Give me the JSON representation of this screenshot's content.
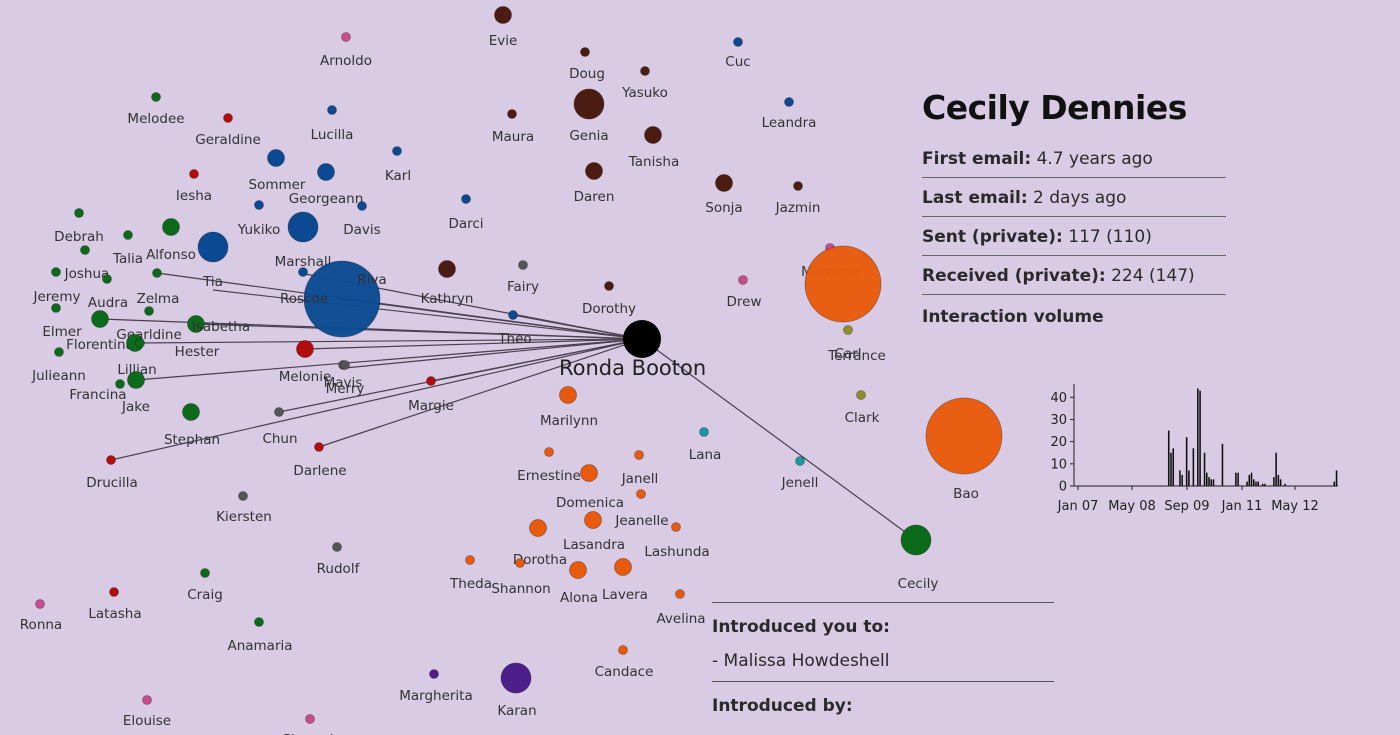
{
  "focus": {
    "name": "Ronda Booton"
  },
  "selected": {
    "name": "Cecily Dennies",
    "first_email_label": "First email:",
    "first_email_value": "4.7 years ago",
    "last_email_label": "Last email:",
    "last_email_value": "2 days ago",
    "sent_label": "Sent (private):",
    "sent_value": "117 (110)",
    "received_label": "Received (private):",
    "received_value": "224 (147)",
    "volume_title": "Interaction volume",
    "introduced_you_to_label": "Introduced you to:",
    "introduced_you_to": [
      "- Malissa Howdeshell"
    ],
    "introduced_by_label": "Introduced by:"
  },
  "colors": {
    "background": "#d8cbe3",
    "blue": "#0b4a92",
    "green": "#0b6b1a",
    "orange": "#e85a0c",
    "brown": "#4a1c12",
    "red": "#b30c0c",
    "pink": "#c94c8e",
    "gray": "#555555",
    "purple": "#4c1f8a",
    "olive": "#8f8f2a",
    "teal": "#1a9aa0",
    "black": "#000000"
  },
  "nodes": [
    {
      "label": "Evie",
      "color": "brown",
      "size": "m"
    },
    {
      "label": "Arnoldo",
      "color": "pink",
      "size": "s"
    },
    {
      "label": "Doug",
      "color": "brown",
      "size": "s"
    },
    {
      "label": "Cuc",
      "color": "blue",
      "size": "s"
    },
    {
      "label": "Yasuko",
      "color": "brown",
      "size": "s"
    },
    {
      "label": "Melodee",
      "color": "green",
      "size": "s"
    },
    {
      "label": "Geraldine",
      "color": "red",
      "size": "s"
    },
    {
      "label": "Lucilla",
      "color": "blue",
      "size": "s"
    },
    {
      "label": "Maura",
      "color": "brown",
      "size": "s"
    },
    {
      "label": "Genia",
      "color": "brown",
      "size": "l"
    },
    {
      "label": "Leandra",
      "color": "blue",
      "size": "s"
    },
    {
      "label": "Tanisha",
      "color": "brown",
      "size": "m"
    },
    {
      "label": "Karl",
      "color": "blue",
      "size": "s"
    },
    {
      "label": "Sommer",
      "color": "blue",
      "size": "m"
    },
    {
      "label": "Georgeann",
      "color": "blue",
      "size": "m"
    },
    {
      "label": "Iesha",
      "color": "red",
      "size": "s"
    },
    {
      "label": "Daren",
      "color": "brown",
      "size": "m"
    },
    {
      "label": "Sonja",
      "color": "brown",
      "size": "m"
    },
    {
      "label": "Jazmin",
      "color": "brown",
      "size": "s"
    },
    {
      "label": "Darci",
      "color": "blue",
      "size": "s"
    },
    {
      "label": "Yukiko",
      "color": "blue",
      "size": "s"
    },
    {
      "label": "Davis",
      "color": "blue",
      "size": "s"
    },
    {
      "label": "Debrah",
      "color": "green",
      "size": "s"
    },
    {
      "label": "Alfonso",
      "color": "green",
      "size": "m"
    },
    {
      "label": "Talia",
      "color": "green",
      "size": "s"
    },
    {
      "label": "Marshall",
      "color": "blue",
      "size": "l"
    },
    {
      "label": "Marcene",
      "color": "pink",
      "size": "s"
    },
    {
      "label": "Joshua",
      "color": "green",
      "size": "s"
    },
    {
      "label": "Tia",
      "color": "blue",
      "size": "l"
    },
    {
      "label": "Riva",
      "color": "blue",
      "size": "xl"
    },
    {
      "label": "Kathryn",
      "color": "brown",
      "size": "m"
    },
    {
      "label": "Fairy",
      "color": "gray",
      "size": "s"
    },
    {
      "label": "Drew",
      "color": "pink",
      "size": "s"
    },
    {
      "label": "Jeremy",
      "color": "green",
      "size": "s"
    },
    {
      "label": "Zelma",
      "color": "green",
      "size": "s"
    },
    {
      "label": "Audra",
      "color": "green",
      "size": "s"
    },
    {
      "label": "Roscoe",
      "color": "blue",
      "size": "s"
    },
    {
      "label": "Dorothy",
      "color": "brown",
      "size": "s"
    },
    {
      "label": "Elmer",
      "color": "green",
      "size": "s"
    },
    {
      "label": "Gearldine",
      "color": "green",
      "size": "s"
    },
    {
      "label": "Isabetha",
      "color": "green",
      "size": "m"
    },
    {
      "label": "Theo",
      "color": "blue",
      "size": "s"
    },
    {
      "label": "Florentina",
      "color": "green",
      "size": "m"
    },
    {
      "label": "Hester",
      "color": "green",
      "size": "m"
    },
    {
      "label": "Carl",
      "color": "olive",
      "size": "s"
    },
    {
      "label": "Terrance",
      "color": "orange",
      "size": "xl"
    },
    {
      "label": "Lillian",
      "color": "green",
      "size": "s"
    },
    {
      "label": "Melonie",
      "color": "red",
      "size": "m"
    },
    {
      "label": "Mavis",
      "color": "gray",
      "size": "s"
    },
    {
      "label": "Julieann",
      "color": "green",
      "size": "s"
    },
    {
      "label": "Merry",
      "color": "gray",
      "size": "s"
    },
    {
      "label": "Francina",
      "color": "green",
      "size": "m"
    },
    {
      "label": "Jake",
      "color": "green",
      "size": "s"
    },
    {
      "label": "Margie",
      "color": "red",
      "size": "s"
    },
    {
      "label": "Marilynn",
      "color": "orange",
      "size": "m"
    },
    {
      "label": "Clark",
      "color": "olive",
      "size": "s"
    },
    {
      "label": "Stephan",
      "color": "green",
      "size": "m"
    },
    {
      "label": "Chun",
      "color": "gray",
      "size": "s"
    },
    {
      "label": "Bao",
      "color": "orange",
      "size": "xl"
    },
    {
      "label": "Lana",
      "color": "teal",
      "size": "s"
    },
    {
      "label": "Darlene",
      "color": "red",
      "size": "s"
    },
    {
      "label": "Drucilla",
      "color": "red",
      "size": "s"
    },
    {
      "label": "Ernestine",
      "color": "orange",
      "size": "s"
    },
    {
      "label": "Janell",
      "color": "orange",
      "size": "s"
    },
    {
      "label": "Jenell",
      "color": "teal",
      "size": "s"
    },
    {
      "label": "Domenica",
      "color": "orange",
      "size": "m"
    },
    {
      "label": "Kiersten",
      "color": "gray",
      "size": "s"
    },
    {
      "label": "Jeanelle",
      "color": "orange",
      "size": "s"
    },
    {
      "label": "Lasandra",
      "color": "orange",
      "size": "m"
    },
    {
      "label": "Lashunda",
      "color": "orange",
      "size": "s"
    },
    {
      "label": "Cecily",
      "color": "green",
      "size": "l"
    },
    {
      "label": "Dorotha",
      "color": "orange",
      "size": "m"
    },
    {
      "label": "Rudolf",
      "color": "gray",
      "size": "s"
    },
    {
      "label": "Theda",
      "color": "orange",
      "size": "s"
    },
    {
      "label": "Shannon",
      "color": "orange",
      "size": "s"
    },
    {
      "label": "Alona",
      "color": "orange",
      "size": "m"
    },
    {
      "label": "Lavera",
      "color": "orange",
      "size": "m"
    },
    {
      "label": "Craig",
      "color": "green",
      "size": "s"
    },
    {
      "label": "Latasha",
      "color": "red",
      "size": "s"
    },
    {
      "label": "Ronna",
      "color": "pink",
      "size": "s"
    },
    {
      "label": "Avelina",
      "color": "orange",
      "size": "s"
    },
    {
      "label": "Anamaria",
      "color": "green",
      "size": "s"
    },
    {
      "label": "Candace",
      "color": "orange",
      "size": "s"
    },
    {
      "label": "Margherita",
      "color": "purple",
      "size": "s"
    },
    {
      "label": "Karan",
      "color": "purple",
      "size": "l"
    },
    {
      "label": "Elouise",
      "color": "pink",
      "size": "s"
    },
    {
      "label": "Shaunda",
      "color": "pink",
      "size": "s"
    }
  ],
  "chart_data": {
    "type": "bar",
    "title": "Interaction volume",
    "x_ticks": [
      "Jan 07",
      "May 08",
      "Sep 09",
      "Jan 11",
      "May 12"
    ],
    "y_ticks": [
      0,
      10,
      20,
      30,
      40
    ],
    "ylim": [
      0,
      46
    ],
    "values": [
      0,
      0,
      0,
      0,
      0,
      0,
      0,
      0,
      0,
      0,
      0,
      0,
      0,
      0,
      0,
      0,
      0,
      0,
      0,
      0,
      0,
      0,
      0,
      0,
      0,
      0,
      0,
      0,
      0,
      0,
      0,
      0,
      0,
      0,
      0,
      0,
      0,
      0,
      0,
      0,
      0,
      0,
      25,
      15,
      17,
      0,
      0,
      7,
      5,
      0,
      22,
      7,
      0,
      17,
      0,
      44,
      43,
      0,
      15,
      6,
      4,
      3,
      3,
      0,
      0,
      0,
      19,
      0,
      0,
      0,
      0,
      0,
      6,
      6,
      0,
      0,
      0,
      2,
      5,
      6,
      3,
      2,
      2,
      0,
      1,
      1,
      0,
      0,
      0,
      4,
      15,
      5,
      3,
      0,
      1,
      0,
      0,
      0,
      0,
      0,
      0,
      0,
      0,
      0,
      0,
      0,
      0,
      0,
      0,
      0,
      0,
      0,
      0,
      0,
      0,
      0,
      2,
      7
    ]
  }
}
